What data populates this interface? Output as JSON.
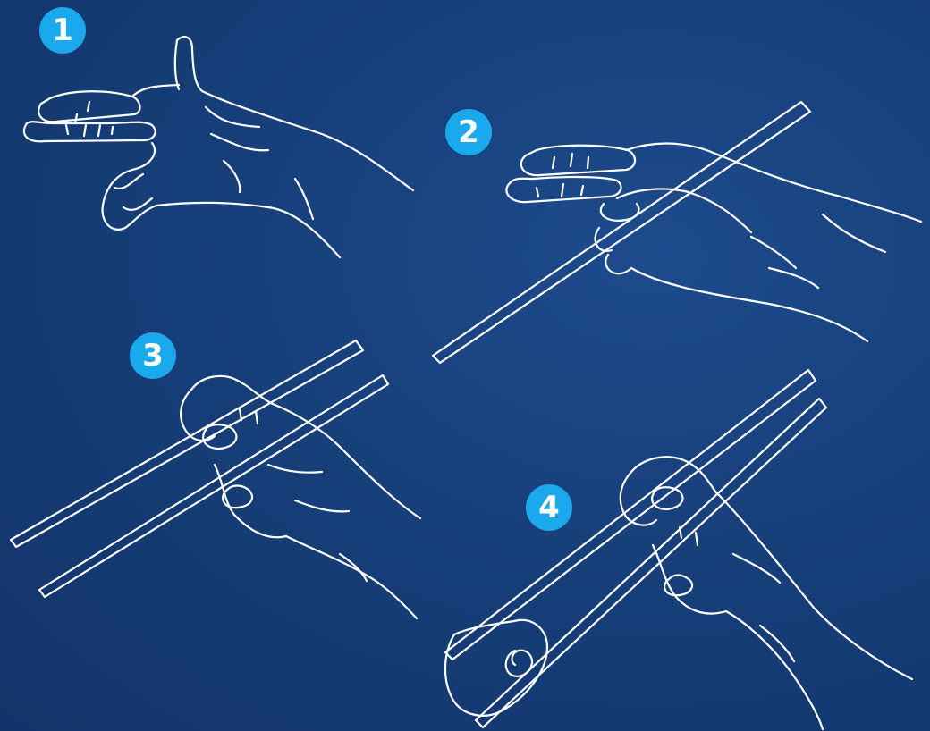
{
  "colors": {
    "background": "#173f7a",
    "badge": "#1aa9ec",
    "line": "#ffffff"
  },
  "steps": [
    {
      "number": "1",
      "illustration": "open-hand-icon"
    },
    {
      "number": "2",
      "illustration": "hand-one-chopstick-icon"
    },
    {
      "number": "3",
      "illustration": "hand-two-chopsticks-icon"
    },
    {
      "number": "4",
      "illustration": "hand-chopsticks-sushi-icon"
    }
  ]
}
